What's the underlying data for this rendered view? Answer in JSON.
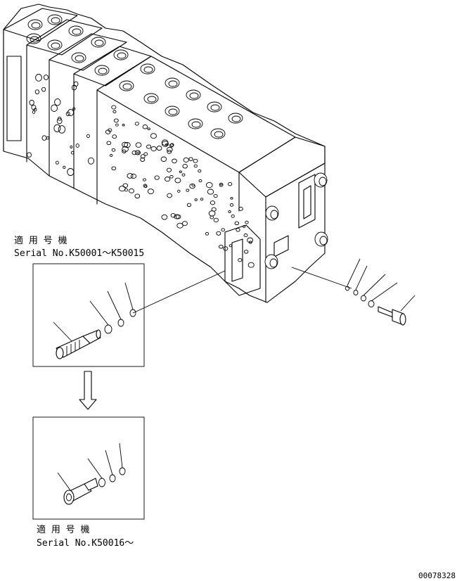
{
  "inset_top": {
    "applicable_label": "適 用 号 機",
    "serial_label": "Serial No.K50001～K50015"
  },
  "inset_bottom": {
    "applicable_label": "適 用 号 機",
    "serial_label": "Serial No.K50016～"
  },
  "drawing_number": "00078328",
  "icons": {
    "valve_block": "control-valve-assembly",
    "arrow": "down-arrow-icon",
    "cartridge_old": "relief-valve-cartridge",
    "plug_new": "plug-with-o-rings"
  }
}
